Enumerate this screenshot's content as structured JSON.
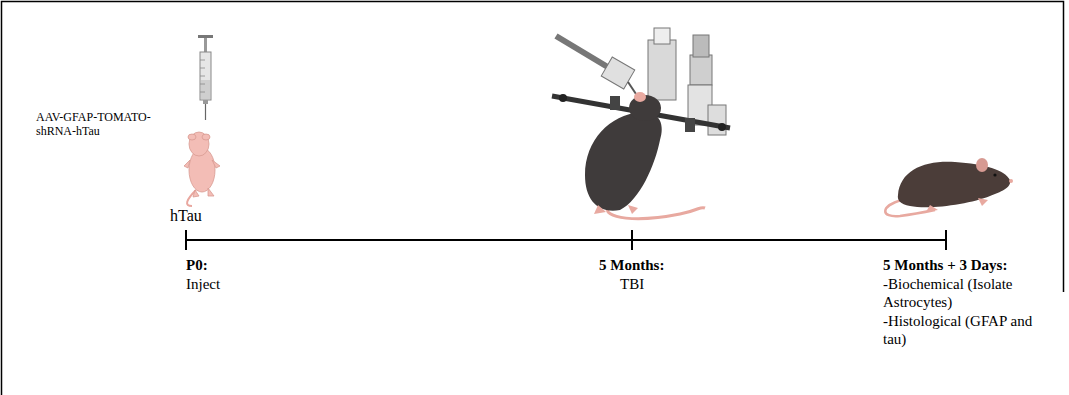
{
  "diagram": {
    "labels": [
      "AAV-GFAP-TOMATO- shRNA-hTau",
      "hTau",
      "P0:",
      "Inject",
      "5 Months:",
      "TBI",
      "5 Months + 3 Days:",
      "-Biochemical (Isolate Astrocytes)",
      "-Histological (GFAP and tau)"
    ]
  }
}
